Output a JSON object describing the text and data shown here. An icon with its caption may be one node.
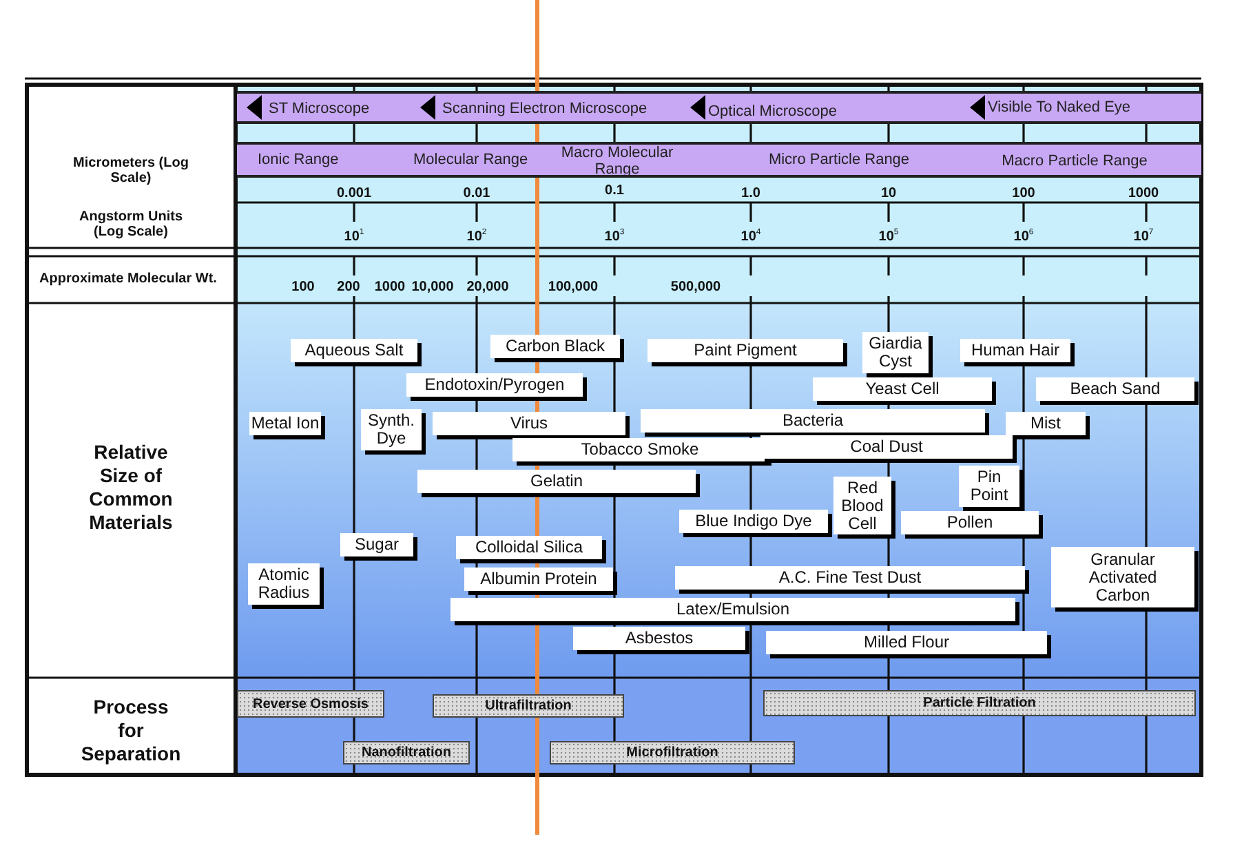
{
  "diagram": {
    "nodes": [
      {
        "text": [
          "ST Microscope",
          "Scanning Electron Microscope",
          "Optical Microscope",
          "Visible To Naked Eye"
        ]
      },
      {
        "text": [
          "Ionic Range",
          "Molecular Range",
          "Macro Molecular Range",
          "Micro Particle Range",
          "Macro Particle Range"
        ]
      },
      {
        "text": [
          "Aqueous Salt"
        ]
      },
      {
        "text": [
          "Carbon Black"
        ]
      },
      {
        "text": [
          "Paint Pigment"
        ]
      },
      {
        "text": [
          "Giardia Cyst"
        ]
      },
      {
        "text": [
          "Human Hair"
        ]
      },
      {
        "text": [
          "Endotoxin/Pyrogen"
        ]
      },
      {
        "text": [
          "Yeast Cell"
        ]
      },
      {
        "text": [
          "Beach Sand"
        ]
      },
      {
        "text": [
          "Metal Ion"
        ]
      },
      {
        "text": [
          "Synth. Dye"
        ]
      },
      {
        "text": [
          "Virus"
        ]
      },
      {
        "text": [
          "Bacteria"
        ]
      },
      {
        "text": [
          "Mist"
        ]
      },
      {
        "text": [
          "Tobacco Smoke"
        ]
      },
      {
        "text": [
          "Coal Dust"
        ]
      },
      {
        "text": [
          "Gelatin"
        ]
      },
      {
        "text": [
          "Pin Point"
        ]
      },
      {
        "text": [
          "Red Blood Cell"
        ]
      },
      {
        "text": [
          "Blue Indigo Dye"
        ]
      },
      {
        "text": [
          "Pollen"
        ]
      },
      {
        "text": [
          "Sugar"
        ]
      },
      {
        "text": [
          "Colloidal Silica"
        ]
      },
      {
        "text": [
          "Atomic Radius"
        ]
      },
      {
        "text": [
          "Albumin Protein"
        ]
      },
      {
        "text": [
          "A.C. Fine Test Dust"
        ]
      },
      {
        "text": [
          "Granular Activated Carbon"
        ]
      },
      {
        "text": [
          "Latex/Emulsion"
        ]
      },
      {
        "text": [
          "Asbestos"
        ]
      },
      {
        "text": [
          "Milled Flour"
        ]
      },
      {
        "text": [
          "Reverse Osmosis"
        ]
      },
      {
        "text": [
          "Ultrafiltration"
        ]
      },
      {
        "text": [
          "Particle Filtration"
        ]
      },
      {
        "text": [
          "Nanofiltration"
        ]
      },
      {
        "text": [
          "Microfiltration"
        ]
      }
    ],
    "labels": [
      "Micrometers (Log Scale)",
      "0.001",
      "0.01",
      "0.1",
      "1.0",
      "10",
      "100",
      "1000",
      "Angstorm Units (Log Scale)",
      "10$^{1}$",
      "10$^{2}$",
      "10$^{3}$",
      "10$^{4}$",
      "10$^{5}$",
      "10$^{6}$",
      "10$^{7}$",
      "Approximate Molecular Wt.",
      "100",
      "200",
      "1000",
      "10,000",
      "20,000",
      "100,000",
      "500,000",
      "Relative Size of Common Materials",
      "Process for Separation"
    ]
  }
}
